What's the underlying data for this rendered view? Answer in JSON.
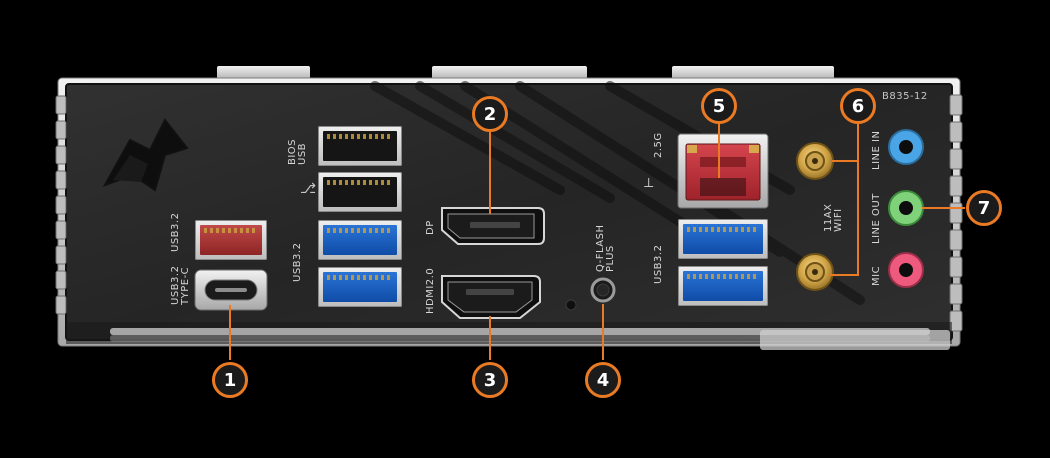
{
  "image": {
    "description_colors": {
      "background": "#000000",
      "io_shield": "#2b2b2b",
      "frame_metal": "#cfcfcf",
      "callout_border": "#ea7a24",
      "callout_fill": "#1b1b1b",
      "lan_red": "#c3323a",
      "audio_blue": "#49a5e6",
      "audio_green": "#7fd27a",
      "audio_pink": "#ee5a7e",
      "antenna_gold": "#d9ad4c"
    },
    "board_model": "B835-12",
    "labels": {
      "usb32_typec": "USB3.2\nTYPE-C",
      "usb32_left": "USB3.2",
      "bios_usb": "BIOS\nUSB",
      "usb32_mid": "USB3.2",
      "dp": "DP",
      "hdmi": "HDMI2.0",
      "qflash": "Q-FLASH\nPLUS",
      "lan": "2.5G",
      "usb32_right": "USB3.2",
      "wifi": "11AX\nWIFI",
      "line_in": "LINE IN",
      "line_out": "LINE OUT",
      "mic": "MIC"
    },
    "callouts": [
      "1",
      "2",
      "3",
      "4",
      "5",
      "6",
      "7"
    ]
  }
}
